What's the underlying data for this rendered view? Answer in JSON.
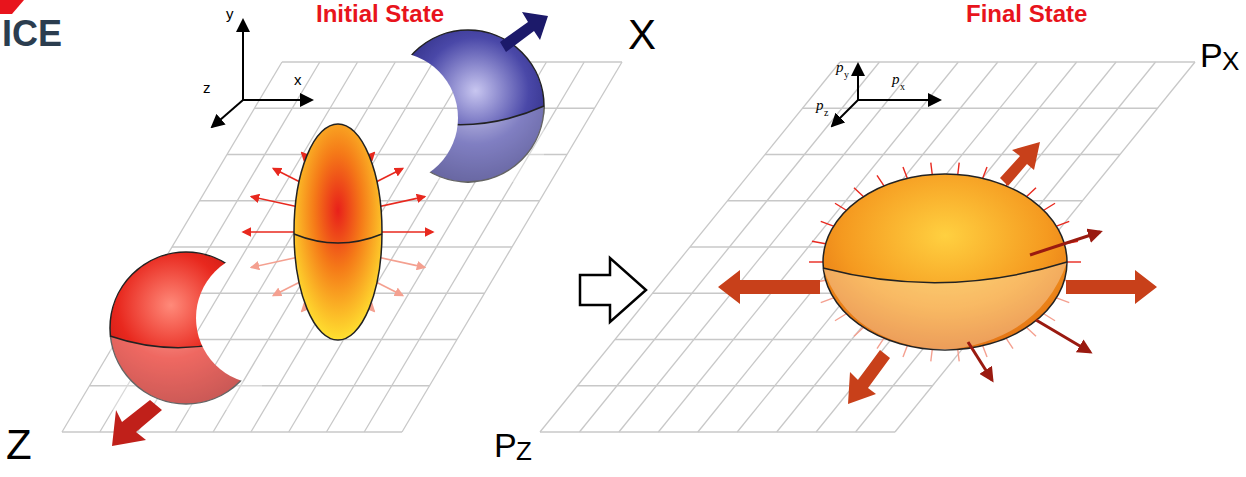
{
  "diagram": {
    "labels": [
      "ICE",
      "Initial State",
      "Final State",
      "y",
      "x",
      "z",
      "X",
      "Z",
      "p",
      "y",
      "p",
      "x",
      "p",
      "z",
      "P",
      "X",
      "P",
      "Z"
    ]
  }
}
